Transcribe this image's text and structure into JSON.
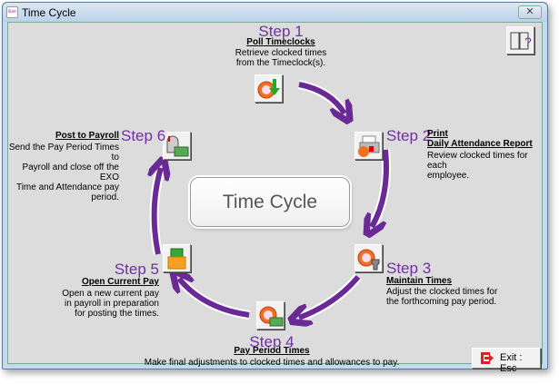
{
  "window": {
    "title": "Time Cycle",
    "app_icon": "Exo",
    "close_label": "✕"
  },
  "center_label": "Time Cycle",
  "steps": [
    {
      "step": "Step 1",
      "heading": "Poll Timeclocks",
      "desc": [
        "Retrieve clocked times",
        "from the Timeclock(s)."
      ],
      "icon": "clock-download-icon"
    },
    {
      "step": "Step 2",
      "heading": [
        "Print",
        "Daily Attendance Report"
      ],
      "desc": [
        "Review clocked times for each",
        "employee."
      ],
      "icon": "printer-clock-icon"
    },
    {
      "step": "Step 3",
      "heading": "Maintain Times",
      "desc": [
        "Adjust the clocked times for",
        "the forthcoming pay period."
      ],
      "icon": "clock-wrench-icon"
    },
    {
      "step": "Step 4",
      "heading": "Pay Period Times",
      "desc": [
        "Make final adjustments to clocked times and allowances to pay."
      ],
      "icon": "clock-money-icon"
    },
    {
      "step": "Step 5",
      "heading": "Open Current Pay",
      "desc": [
        "Open a new current pay",
        "in payroll in preparation",
        "for posting the times."
      ],
      "icon": "money-folder-icon"
    },
    {
      "step": "Step 6",
      "heading": "Post to Payroll",
      "desc": [
        "Send the Pay Period Times to",
        "Payroll and close off the EXO",
        "Time and Attendance pay",
        "period."
      ],
      "icon": "mailbox-money-icon"
    }
  ],
  "exit_label": "Exit : Esc",
  "colors": {
    "accent": "#7030a0",
    "background": "#dcdcdc"
  }
}
